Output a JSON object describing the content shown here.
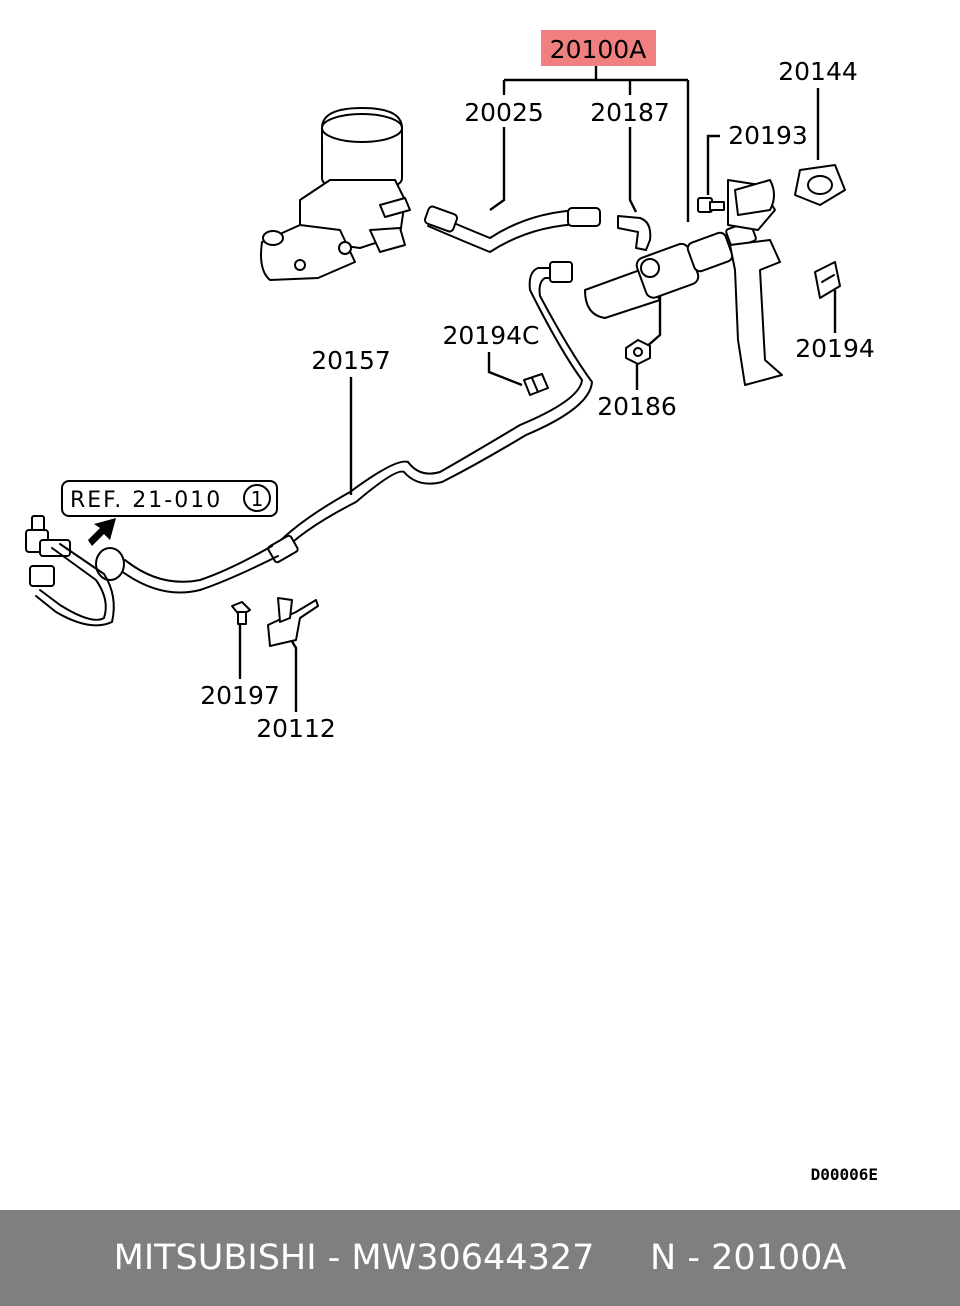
{
  "diagram": {
    "highlight_label": "20100A",
    "highlight_color": "#f08080",
    "labels": {
      "p20025": "20025",
      "p20187": "20187",
      "p20144": "20144",
      "p20193": "20193",
      "p20194c": "20194C",
      "p20157": "20157",
      "p20186": "20186",
      "p20194": "20194",
      "p20197": "20197",
      "p20112": "20112"
    },
    "reference": {
      "text": "REF. 21-010",
      "circle": "1"
    },
    "drawing_code": "D00006E"
  },
  "footer": {
    "background": "#7f7f7f",
    "text": "MITSUBISHI - MW30644327     N - 20100A"
  }
}
